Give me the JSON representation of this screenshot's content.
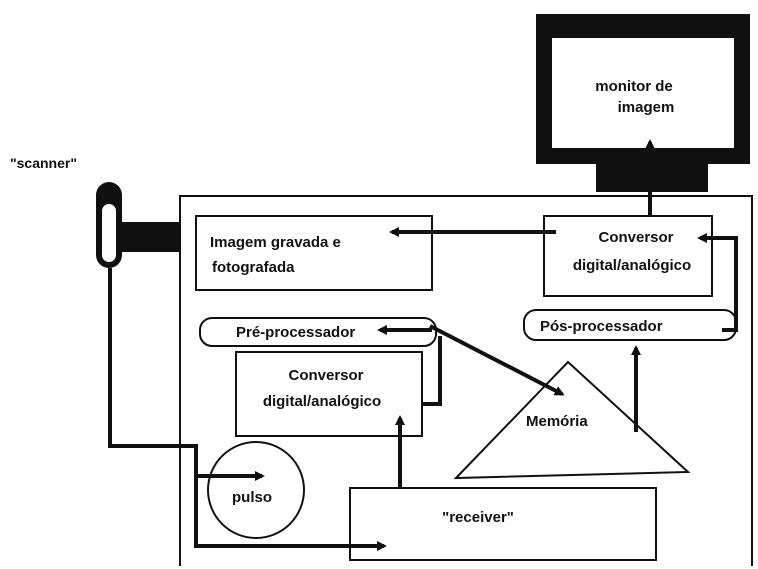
{
  "labels": {
    "scanner": "\"scanner\"",
    "monitor_line1": "monitor de",
    "monitor_line2": "imagem",
    "recorded_line1": "Imagem gravada e",
    "recorded_line2": "fotografada",
    "converter_top_line1": "Conversor",
    "converter_top_line2": "digital/analógico",
    "post_processor": "Pós-processador",
    "pre_processor": "Pré-processador",
    "converter_mid_line1": "Conversor",
    "converter_mid_line2": "digital/analógico",
    "memory": "Memória",
    "pulse": "pulso",
    "receiver": "\"receiver\""
  },
  "colors": {
    "ink": "#111111",
    "background": "#ffffff"
  }
}
